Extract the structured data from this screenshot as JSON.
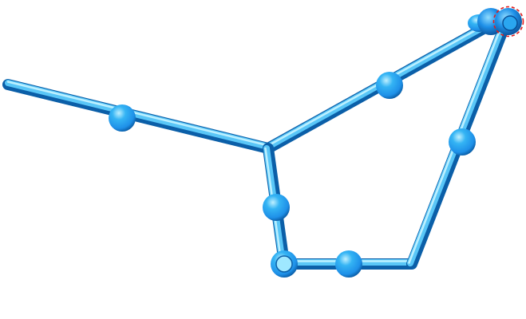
{
  "scene": {
    "background": "#ffffff",
    "tube_color": "#1a9fe6",
    "tube_highlight": "#8fdcff",
    "tube_shadow": "#0b5fa8",
    "node_color": "#1e90e8",
    "node_highlight": "#bff0ff",
    "selected_node_color": "#0f6fd0",
    "selected_node_outline": "#e11b1b",
    "start_node_fill": "#9fe8ff",
    "icons": [
      "tube-joint-node",
      "selected-endpoint-node",
      "start-endpoint-node"
    ]
  }
}
